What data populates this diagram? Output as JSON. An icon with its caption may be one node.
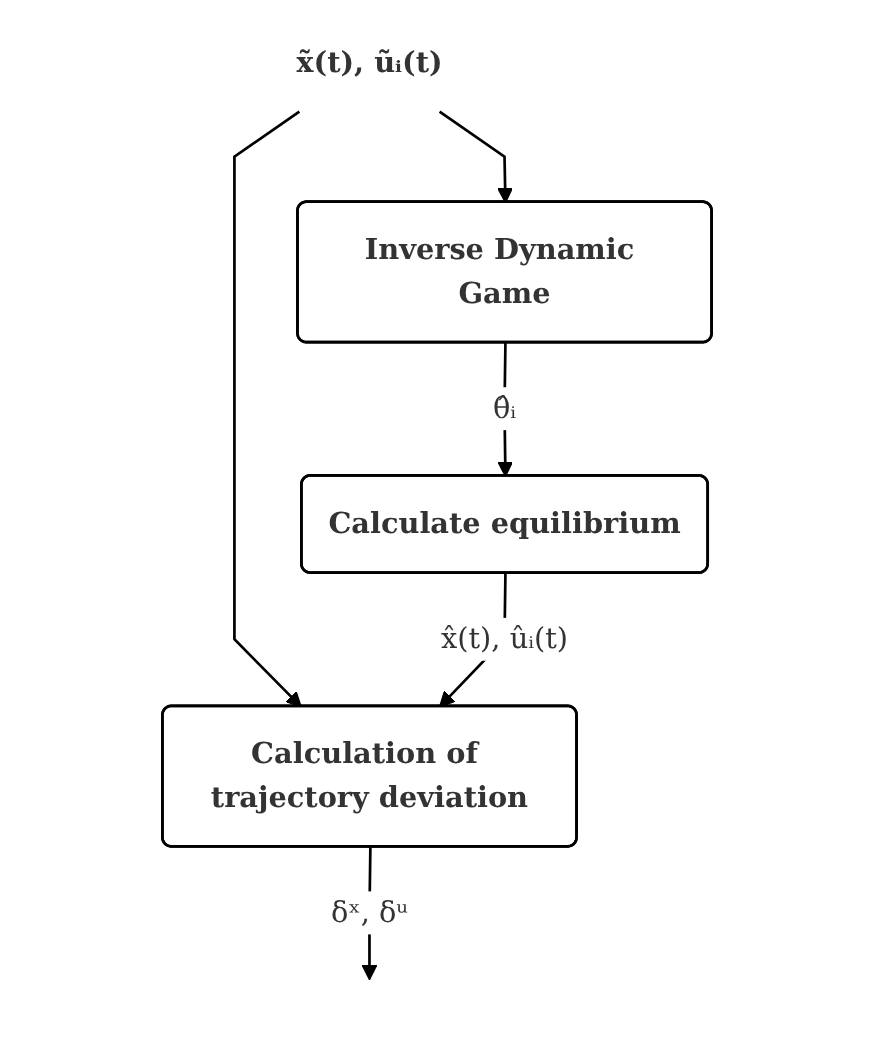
{
  "diagram": {
    "nodes": [
      {
        "text": [
          "x̃(t), ũᵢ(t)"
        ]
      },
      {
        "text": [
          "Inverse Dynamic Game"
        ]
      },
      {
        "text": [
          "Calculate equilibrium"
        ]
      },
      {
        "text": [
          "Calculation of trajectory deviation"
        ]
      }
    ],
    "edges": [
      {
        "from": 0,
        "to": 1,
        "arrow": "to"
      },
      {
        "from": 0,
        "to": 3,
        "arrow": "to"
      },
      {
        "from": 1,
        "to": 2,
        "label": "θ̂ᵢ",
        "arrow": "to"
      },
      {
        "from": 2,
        "to": 3,
        "label": "x̂(t), ûᵢ(t)",
        "arrow": "to"
      },
      {
        "from": 3,
        "to": null,
        "label": "δˣ, δᵘ",
        "arrow": "to"
      }
    ]
  }
}
